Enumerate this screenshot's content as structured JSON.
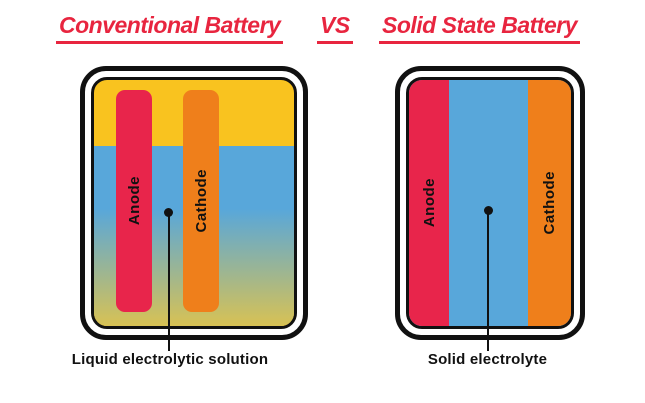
{
  "title": {
    "left": "Conventional Battery",
    "vs": "VS",
    "right": "Solid State Battery"
  },
  "conventional_battery": {
    "anode_label": "Anode",
    "cathode_label": "Cathode",
    "caption": "Liquid electrolytic solution"
  },
  "solid_state_battery": {
    "anode_label": "Anode",
    "cathode_label": "Cathode",
    "caption": "Solid electrolyte"
  },
  "colors": {
    "title_red": "#E8253F",
    "red": "#E8254B",
    "orange": "#EF7F1B",
    "yellow": "#F9C31F",
    "blue": "#58A7DA",
    "liquid_bottom": "#D8C254",
    "black": "#111111"
  }
}
